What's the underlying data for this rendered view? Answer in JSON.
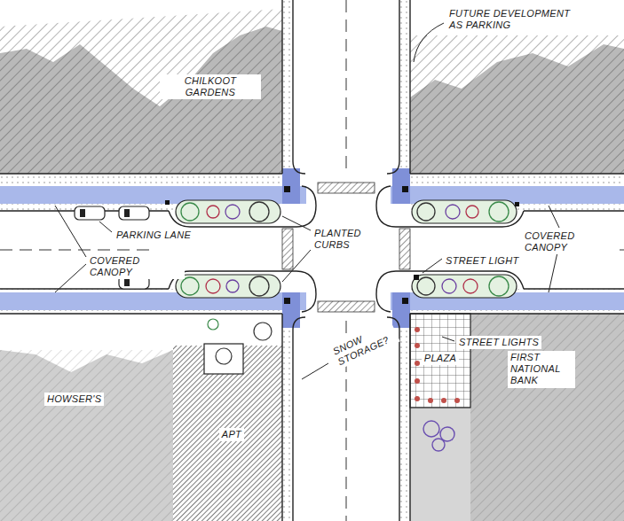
{
  "diagram": {
    "nodes": [
      {
        "text": [
          "CHILKOOT GARDENS"
        ]
      },
      {
        "text": [
          "APT"
        ]
      },
      {
        "text": [
          "PLAZA"
        ]
      }
    ],
    "labels": [
      "FUTURE DEVELOPMENT AS PARKING",
      "PARKING LANE",
      "PLANTED CURBS",
      "COVERED CANOPY",
      "COVERED CANOPY",
      "STREET LIGHT",
      "STREET LIGHTS",
      "SNOW STORAGE?",
      "HOWSER'S",
      "FIRST NATIONAL BANK"
    ]
  }
}
